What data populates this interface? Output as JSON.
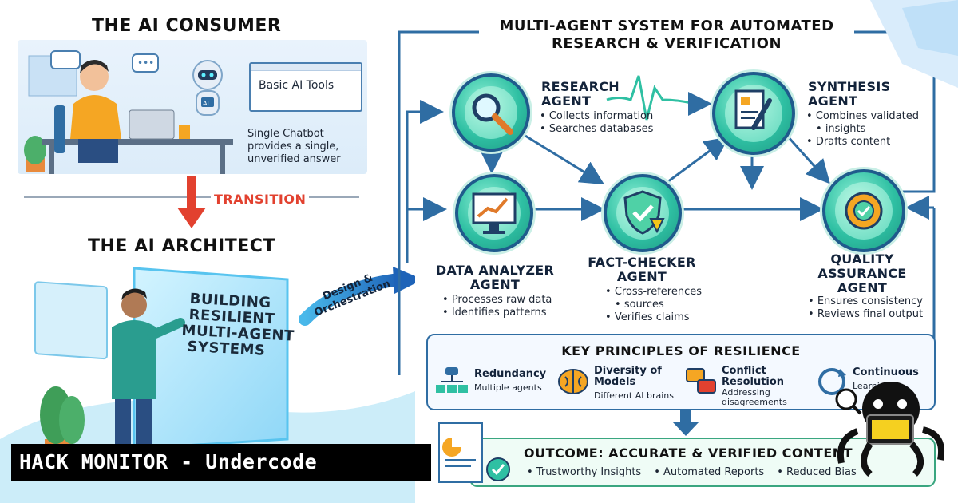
{
  "consumer": {
    "title": "THE AI CONSUMER",
    "tools_label": "Basic AI Tools",
    "robot_badge": "AI",
    "caption": [
      "Single Chatbot",
      "provides a single,",
      "unverified answer"
    ]
  },
  "transition": {
    "label": "TRANSITION"
  },
  "architect": {
    "title": "THE AI ARCHITECT",
    "screen_text": [
      "BUILDING",
      "RESILIENT",
      "MULTI-AGENT",
      "SYSTEMS"
    ],
    "arrow_label": [
      "Design &",
      "Orchestration"
    ]
  },
  "system": {
    "title": [
      "MULTI-AGENT SYSTEM FOR AUTOMATED",
      "RESEARCH & VERIFICATION"
    ],
    "agents": {
      "research": {
        "title": [
          "RESEARCH",
          "AGENT"
        ],
        "bullets": [
          "Collects information",
          "Searches databases"
        ]
      },
      "synthesis": {
        "title": [
          "SYNTHESIS",
          "AGENT"
        ],
        "bullets": [
          "Combines validated",
          "insights",
          "Drafts content"
        ]
      },
      "data_analyzer": {
        "title": [
          "DATA ANALYZER",
          "AGENT"
        ],
        "bullets": [
          "Processes raw data",
          "Identifies patterns"
        ]
      },
      "fact_checker": {
        "title": [
          "FACT-CHECKER",
          "AGENT"
        ],
        "bullets": [
          "Cross-references",
          "sources",
          "Verifies claims"
        ]
      },
      "qa": {
        "title": [
          "QUALITY",
          "ASSURANCE",
          "AGENT"
        ],
        "bullets": [
          "Ensures consistency",
          "Reviews final output"
        ]
      }
    }
  },
  "principles": {
    "title": "KEY PRINCIPLES OF RESILIENCE",
    "items": [
      {
        "title": "Redundancy",
        "sub": "Multiple agents"
      },
      {
        "title": "Diversity of Models",
        "sub": "Different AI brains"
      },
      {
        "title": "Conflict Resolution",
        "sub": "Addressing disagreements"
      },
      {
        "title": "Continuous",
        "sub": "Learning"
      }
    ]
  },
  "outcome": {
    "title": "OUTCOME: ACCURATE & VERIFIED CONTENT",
    "items": [
      "Trustworthy Insights",
      "Automated Reports",
      "Reduced Bias"
    ]
  },
  "watermark": {
    "text": "HACK MONITOR - Undercode"
  },
  "colors": {
    "arrow": "#2f6da3",
    "teal": "#2fc0a3",
    "red": "#e2412f",
    "banner_bg": "#000000"
  }
}
